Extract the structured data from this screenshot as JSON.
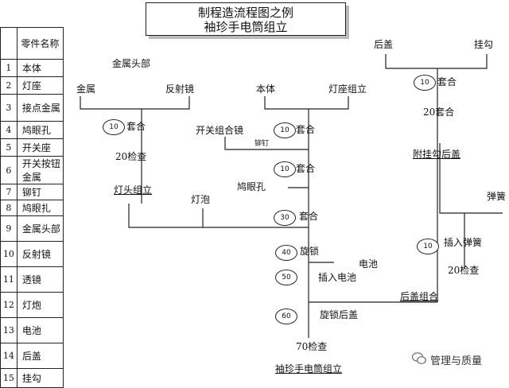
{
  "title": {
    "line1": "制程造流程图之例",
    "line2": "袖珍手电筒组立"
  },
  "parts_table": {
    "header": {
      "no": "",
      "name": "零件名称"
    },
    "rows": [
      {
        "no": "1",
        "name": "本体"
      },
      {
        "no": "2",
        "name": "灯座"
      },
      {
        "no": "3",
        "name": "接点金属"
      },
      {
        "no": "4",
        "name": "鸠眼孔"
      },
      {
        "no": "5",
        "name": "开关座"
      },
      {
        "no": "6",
        "name": "开关按钮金属"
      },
      {
        "no": "7",
        "name": "铆钉"
      },
      {
        "no": "8",
        "name": "鸠眼扎"
      },
      {
        "no": "9",
        "name": "金属头部"
      },
      {
        "no": "10",
        "name": "反射镜"
      },
      {
        "no": "11",
        "name": "透镜"
      },
      {
        "no": "12",
        "name": "灯炮"
      },
      {
        "no": "13",
        "name": "电池"
      },
      {
        "no": "14",
        "name": "后盖"
      },
      {
        "no": "15",
        "name": "挂勾"
      }
    ]
  },
  "head_group": {
    "label": "金属头部",
    "in_left": "金属",
    "in_right": "反射镜",
    "op1_no": "10",
    "op1": "套合",
    "inspect": "20检查",
    "result": "灯头组立",
    "bulb": "灯泡"
  },
  "body_group": {
    "in_left": "本体",
    "in_right": "灯座组立",
    "op1_no": "10",
    "op1": "套合",
    "switch": "开关组合镜",
    "rivet": "铆钉",
    "op2_no": "10",
    "op2": "套合",
    "eyelet": "鸠眼孔",
    "op3_no": "30",
    "op3": "套合",
    "op4_no": "40",
    "op4": "旋锁",
    "battery": "电池",
    "op5_no": "50",
    "op5": "插入电池",
    "back_asm": "后盖组合",
    "op6_no": "60",
    "op6": "旋锁后盖",
    "inspect": "70检查",
    "result": "袖珍手电筒组立"
  },
  "back_group": {
    "in_left": "后盖",
    "in_right": "挂勾",
    "op1_no": "10",
    "op1": "套合",
    "op2": "20套合",
    "result": "附挂勾后盖",
    "spring": "弹簧",
    "op3_no": "10",
    "op3": "插入弹簧",
    "inspect": "20检查"
  },
  "watermark": "管理与质量"
}
